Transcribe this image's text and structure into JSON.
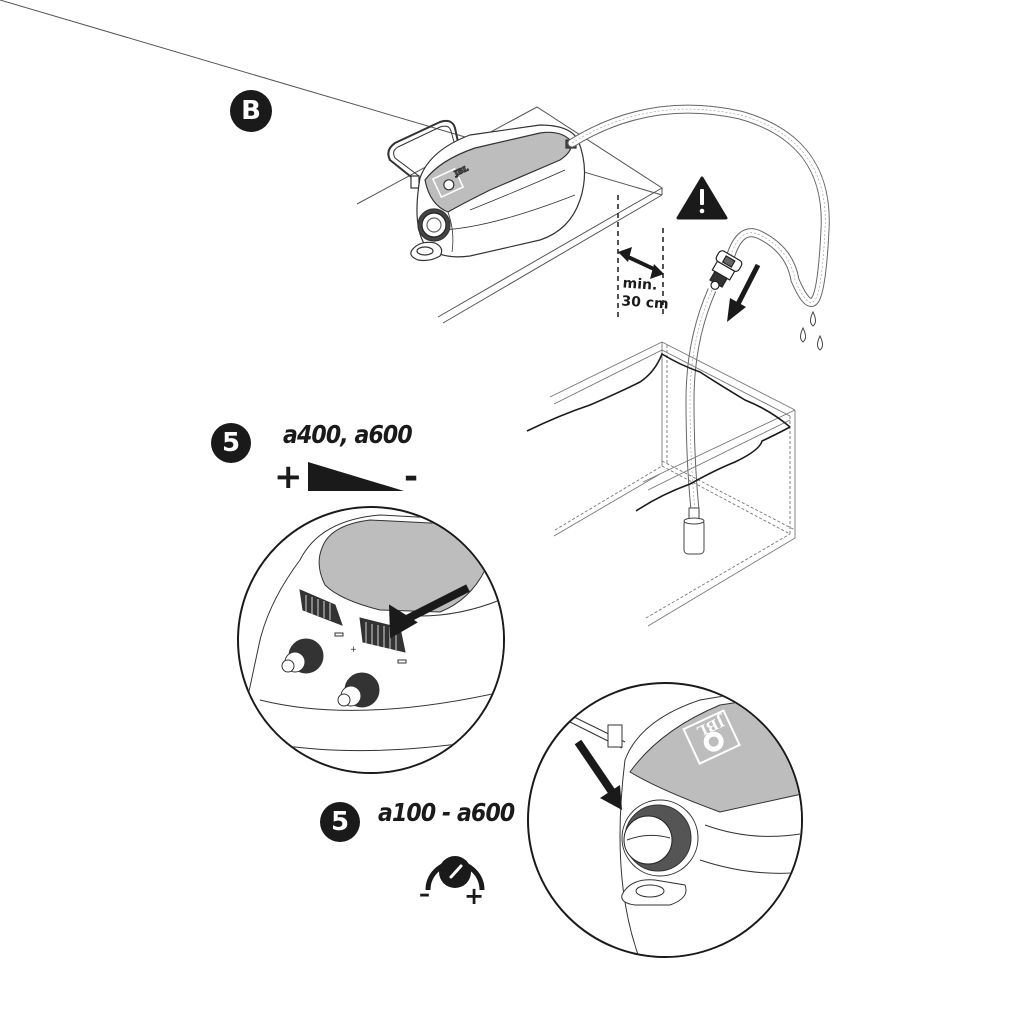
{
  "section": {
    "badge": "B"
  },
  "warning": {
    "icon": "warning-triangle-icon",
    "glyph": "!"
  },
  "distance": {
    "line1": "min.",
    "line2": "30 cm"
  },
  "step_a": {
    "badge": "5",
    "models": "a400, a600",
    "plus": "+",
    "minus": "-",
    "indicator": "wedge-scale-icon"
  },
  "step_b": {
    "badge": "5",
    "models": "a100 - a600",
    "minus": "–",
    "plus": "+",
    "indicator": "rotary-knob-icon"
  },
  "brand": {
    "logo_text": "JBL"
  },
  "colors": {
    "ink": "#1a1a1a",
    "panel_gray": "#bdbdbd",
    "line_gray": "#555555",
    "background": "#ffffff"
  }
}
